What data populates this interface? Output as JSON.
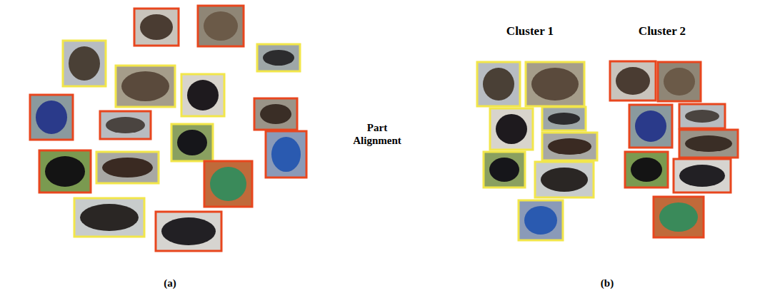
{
  "diagram": {
    "nodes": [
      {
        "text": [
          "(a)"
        ]
      },
      {
        "text": [
          "Part Alignment"
        ]
      },
      {
        "text": [
          "(b)"
        ]
      },
      {
        "text": [
          "Cluster 1"
        ],
        "in": 2
      },
      {
        "text": [
          "Cluster 2"
        ],
        "in": 2
      }
    ]
  }
}
